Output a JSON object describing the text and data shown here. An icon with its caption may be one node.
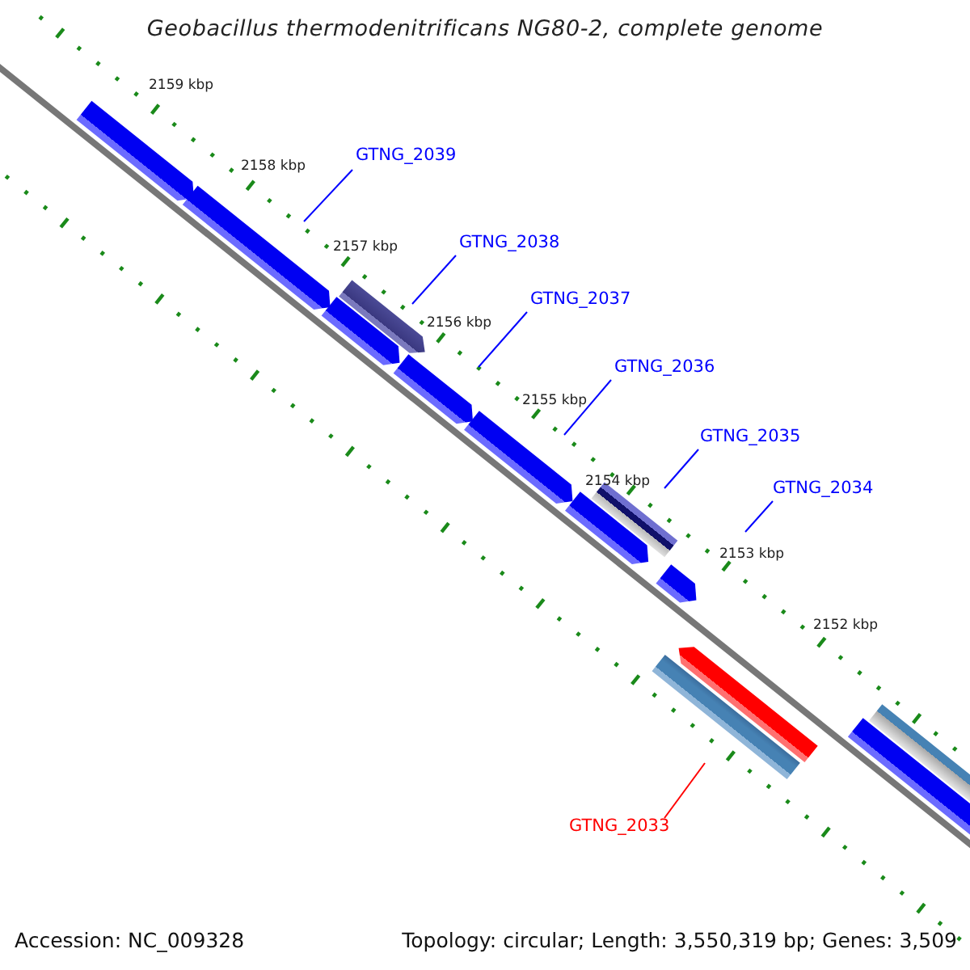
{
  "diagram": {
    "title": "Geobacillus thermodenitrificans NG80-2, complete genome",
    "nodes": [
      {
        "text": [
          "GTNG_2039"
        ]
      },
      {
        "text": [
          "GTNG_2038"
        ]
      },
      {
        "text": [
          "GTNG_2037"
        ]
      },
      {
        "text": [
          "GTNG_2036"
        ]
      },
      {
        "text": [
          "GTNG_2035"
        ]
      },
      {
        "text": [
          "GTNG_2034"
        ]
      },
      {
        "text": [
          "GTNG_2033"
        ]
      }
    ],
    "edges": [
      {
        "from": 0,
        "to": null,
        "arrow": "none"
      },
      {
        "from": 1,
        "to": null,
        "arrow": "none"
      },
      {
        "from": 2,
        "to": null,
        "arrow": "none"
      },
      {
        "from": 3,
        "to": null,
        "arrow": "none"
      },
      {
        "from": 4,
        "to": null,
        "arrow": "none"
      },
      {
        "from": 5,
        "to": null,
        "arrow": "none"
      },
      {
        "from": 6,
        "to": null,
        "arrow": "none",
        "color": "#ff0000"
      }
    ],
    "labels": [
      "2159 kbp",
      "2158 kbp",
      "2157 kbp",
      "2156 kbp",
      "2155 kbp",
      "2154 kbp",
      "2153 kbp",
      "2152 kbp",
      "Accession: NC_009328",
      "Topology: circular; Length: 3,550,319 bp; Genes: 3,509"
    ]
  }
}
